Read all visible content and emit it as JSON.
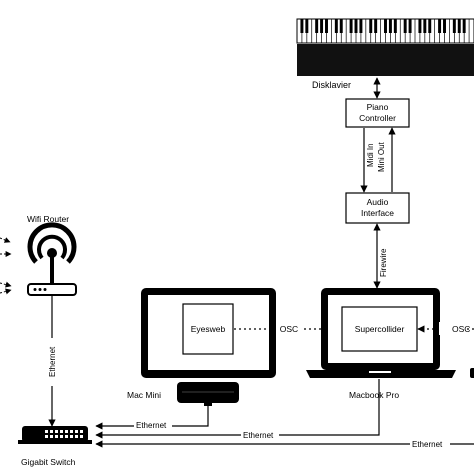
{
  "nodes": {
    "disklavier": "Disklavier",
    "piano_controller": "Piano\nController",
    "audio_interface": "Audio\nInterface",
    "wifi_router": "Wifi Router",
    "mac_mini": "Mac Mini",
    "eyesweb": "Eyesweb",
    "supercollider": "Supercollider",
    "macbook_pro": "Macbook Pro",
    "gigabit_switch": "Gigabit Switch"
  },
  "links": {
    "midi_in": "Midi In",
    "midi_out": "Mini Out",
    "firewire": "Firewire",
    "osc_left": "OSC",
    "osc_right": "OSC",
    "router_ethernet": "Ethernet",
    "ethernet_mac_mini": "Ethernet",
    "ethernet_macbook": "Ethernet",
    "ethernet_bottom": "Ethernet"
  },
  "colors": {
    "ink": "#000000",
    "paper": "#ffffff",
    "device_gray": "#555555"
  },
  "icons": [
    "piano-keyboard-icon",
    "wifi-router-icon",
    "monitor-icon",
    "laptop-icon",
    "mac-mini-icon",
    "network-switch-icon"
  ]
}
